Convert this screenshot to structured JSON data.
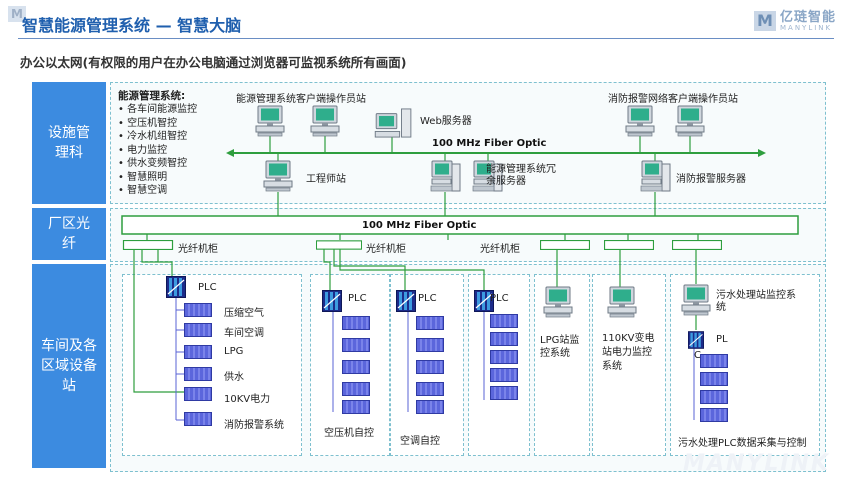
{
  "header": {
    "title": "智慧能源管理系统 — 智慧大脑",
    "logo_text": "亿琏智能",
    "logo_sub": "MANYLINK",
    "corner_mark": "M"
  },
  "subtitle": "办公以太网(有权限的用户在办公电脑通过浏览器可监视系统所有画面)",
  "zones": {
    "facility": "设施管理科",
    "plant": "厂区光纤",
    "workshop": "车间及各区域设备站"
  },
  "facility": {
    "list_title": "能源管理系统:",
    "list_items": [
      "各车间能源监控",
      "空压机智控",
      "冷水机组智控",
      "电力监控",
      "供水变频智控",
      "智慧照明",
      "智慧空调"
    ],
    "client_station_label": "能源管理系统客户端操作员站",
    "fire_client_label": "消防报警网络客户端操作员站",
    "web_server_label": "Web服务器",
    "fiber_label": "100 MHz Fiber Optic",
    "engineer_label": "工程师站",
    "redundant_server_label": "能源管理系统冗余服务器",
    "fire_server_label": "消防报警服务器"
  },
  "plant": {
    "fiber_label": "100 MHz Fiber Optic",
    "cabinet_labels": [
      "光纤机柜",
      "光纤机柜",
      "光纤机柜"
    ]
  },
  "workshop": {
    "plc_label": "PLC",
    "box1_items": [
      "压缩空气",
      "车间空调",
      "LPG",
      "供水",
      "10KV电力",
      "消防报警系统"
    ],
    "air_compressor_label": "空压机自控",
    "aircon_label": "空调自控",
    "lpg_label": "LPG站监控系统",
    "substation_label": "110KV变电站电力监控系统",
    "sewage_station_label": "污水处理站监控系统",
    "sewage_plc_label": "PL",
    "sewage_plc_label2": "C",
    "sewage_footer": "污水处理PLC数据采集与控制"
  },
  "watermark": "MANYLINK",
  "colors": {
    "accent": "#3c8be0",
    "line": "#2e9e3e",
    "title": "#1f5fae",
    "module": "#5a63d6"
  }
}
